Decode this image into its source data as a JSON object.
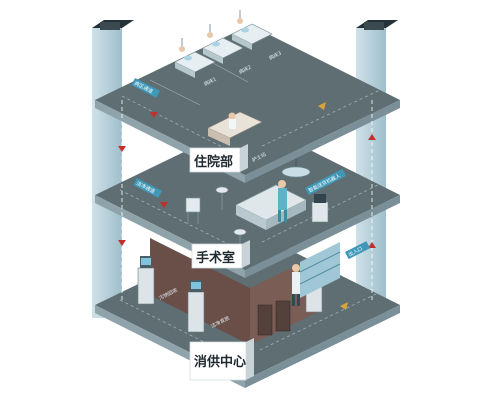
{
  "floors": {
    "top": {
      "label": "住院部"
    },
    "middle": {
      "label": "手术室"
    },
    "bottom": {
      "label": "消供中心"
    }
  },
  "tags": {
    "ward_corridor": "病区通道",
    "bed1": "病床1",
    "bed2": "病床2",
    "bed3": "病床3",
    "nurse_station": "护士站",
    "clean_corridor": "洁净通道",
    "smart_robot": "智能送货机器人",
    "dirty_area": "污物回收",
    "clean_area": "洁净发放",
    "entrance": "出入口"
  },
  "colors": {
    "slab_top": "#5f6e73",
    "slab_edge": "#8fa3ab",
    "pillar": "#b9d2dd",
    "label_bg": "#ffffff",
    "tag_bg": "#3f98b8",
    "arrow": "#c2302e"
  }
}
